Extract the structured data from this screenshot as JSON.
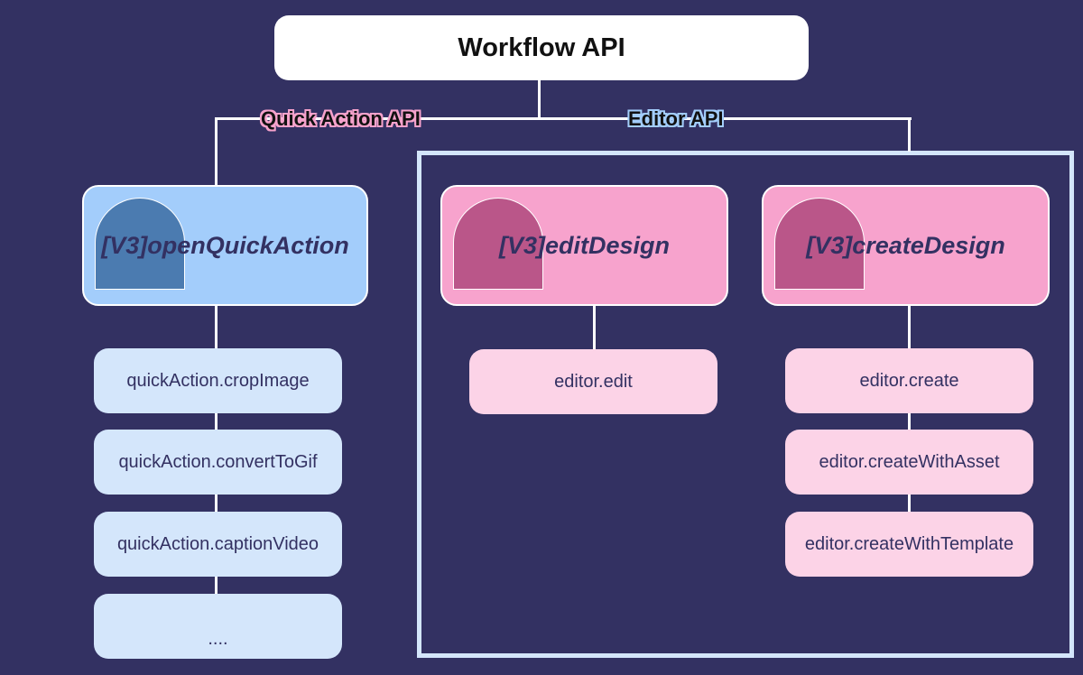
{
  "diagram": {
    "root": {
      "label": "Workflow API"
    },
    "branches": [
      {
        "label": "Quick Action API",
        "border_color": "#f6a2cc",
        "nodes": [
          {
            "label": "[V3]openQuickAction",
            "color": "#a3cdfb",
            "items": [
              "quickAction.cropImage",
              "quickAction.convertToGif",
              "quickAction.captionVideo",
              "...."
            ]
          }
        ]
      },
      {
        "label": "Editor API",
        "border_color": "#a3cdfb",
        "nodes": [
          {
            "label": "[V3]editDesign",
            "color": "#f7a3cd",
            "items": [
              "editor.edit"
            ]
          },
          {
            "label": "[V3]createDesign",
            "color": "#f7a3cd",
            "items": [
              "editor.create",
              "editor.createWithAsset",
              "editor.createWithTemplate"
            ]
          }
        ]
      }
    ],
    "colors": {
      "background": "#333162",
      "root": "#ffffff",
      "quick_action_node": "#a3cdfb",
      "quick_action_item": "#d4e6fb",
      "editor_node": "#f7a3cd",
      "editor_item": "#fcd3e7",
      "connector": "#ffffff",
      "text": "#333162"
    }
  }
}
